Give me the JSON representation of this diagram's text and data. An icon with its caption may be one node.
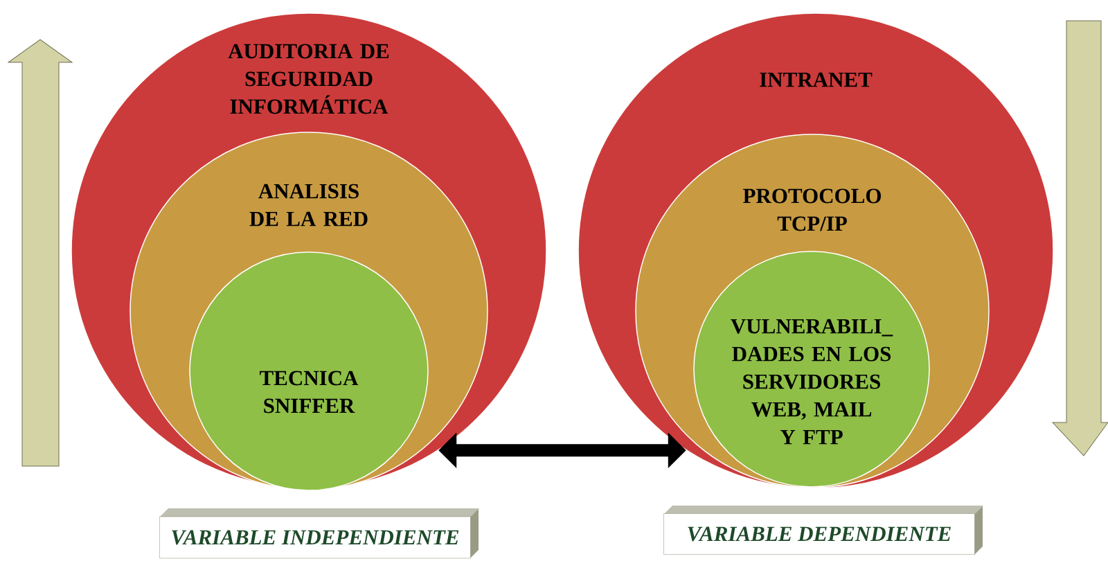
{
  "diagram": {
    "nodes": [
      {
        "text": [
          "AUDITORIA DE SEGURIDAD INFORMÁTICA"
        ]
      },
      {
        "text": [
          "ANALISIS DE LA RED"
        ],
        "in": 0
      },
      {
        "text": [
          "TECNICA SNIFFER"
        ],
        "in": 1
      },
      {
        "text": [
          "INTRANET"
        ]
      },
      {
        "text": [
          "PROTOCOLO TCP/IP"
        ],
        "in": 3
      },
      {
        "text": [
          "VULNERABILI_ DADES EN LOS SERVIDORES WEB, MAIL Y FTP"
        ],
        "in": 4
      },
      {
        "text": [
          "VARIABLE INDEPENDIENTE"
        ]
      },
      {
        "text": [
          "VARIABLE DEPENDIENTE"
        ]
      }
    ],
    "edges": [
      {
        "from": 0,
        "to": 3,
        "arrow": "both"
      }
    ]
  }
}
